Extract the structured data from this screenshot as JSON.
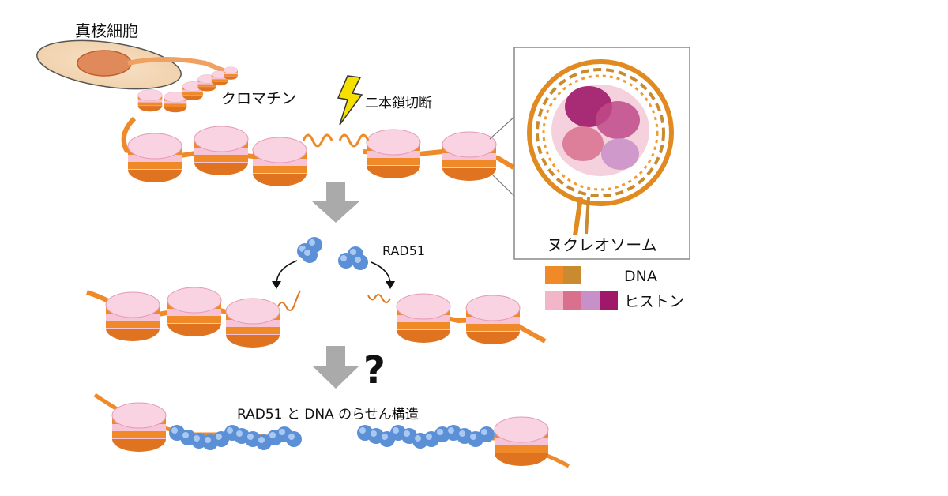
{
  "labels": {
    "eukaryotic_cell": "真核細胞",
    "chromatin": "クロマチン",
    "double_strand_break": "二本鎖切断",
    "rad51": "RAD51",
    "question": "?",
    "helix_caption": "RAD51 と DNA のらせん構造",
    "nucleosome": "ヌクレオソーム"
  },
  "legend": {
    "dna_label": "DNA",
    "histone_label": "ヒストン",
    "dna_colors": [
      "#f08a28",
      "#c98a30"
    ],
    "histone_colors": [
      "#f2b6c8",
      "#d8708e",
      "#c890c8",
      "#a0186a"
    ]
  },
  "colors": {
    "dna": "#f08a28",
    "histone": "#f6c4d6",
    "rad51": "#5b8fd6",
    "arrow": "#aaaaaa",
    "bolt": "#f5e000"
  }
}
